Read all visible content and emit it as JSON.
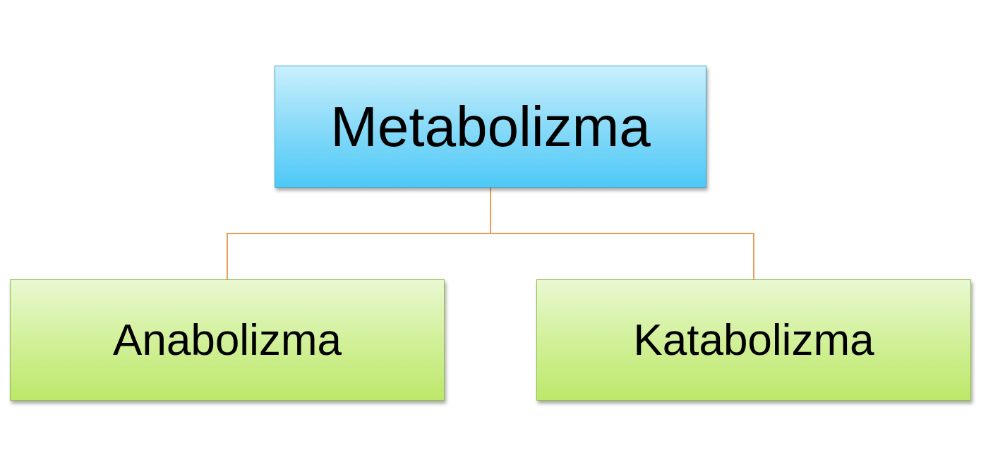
{
  "diagram": {
    "root": {
      "label": "Metabolizma"
    },
    "children": [
      {
        "label": "Anabolizma"
      },
      {
        "label": "Katabolizma"
      }
    ],
    "colors": {
      "connector": "#ed9d5b",
      "root_fill": "#4ec9f7",
      "child_fill": "#bde86a"
    }
  }
}
